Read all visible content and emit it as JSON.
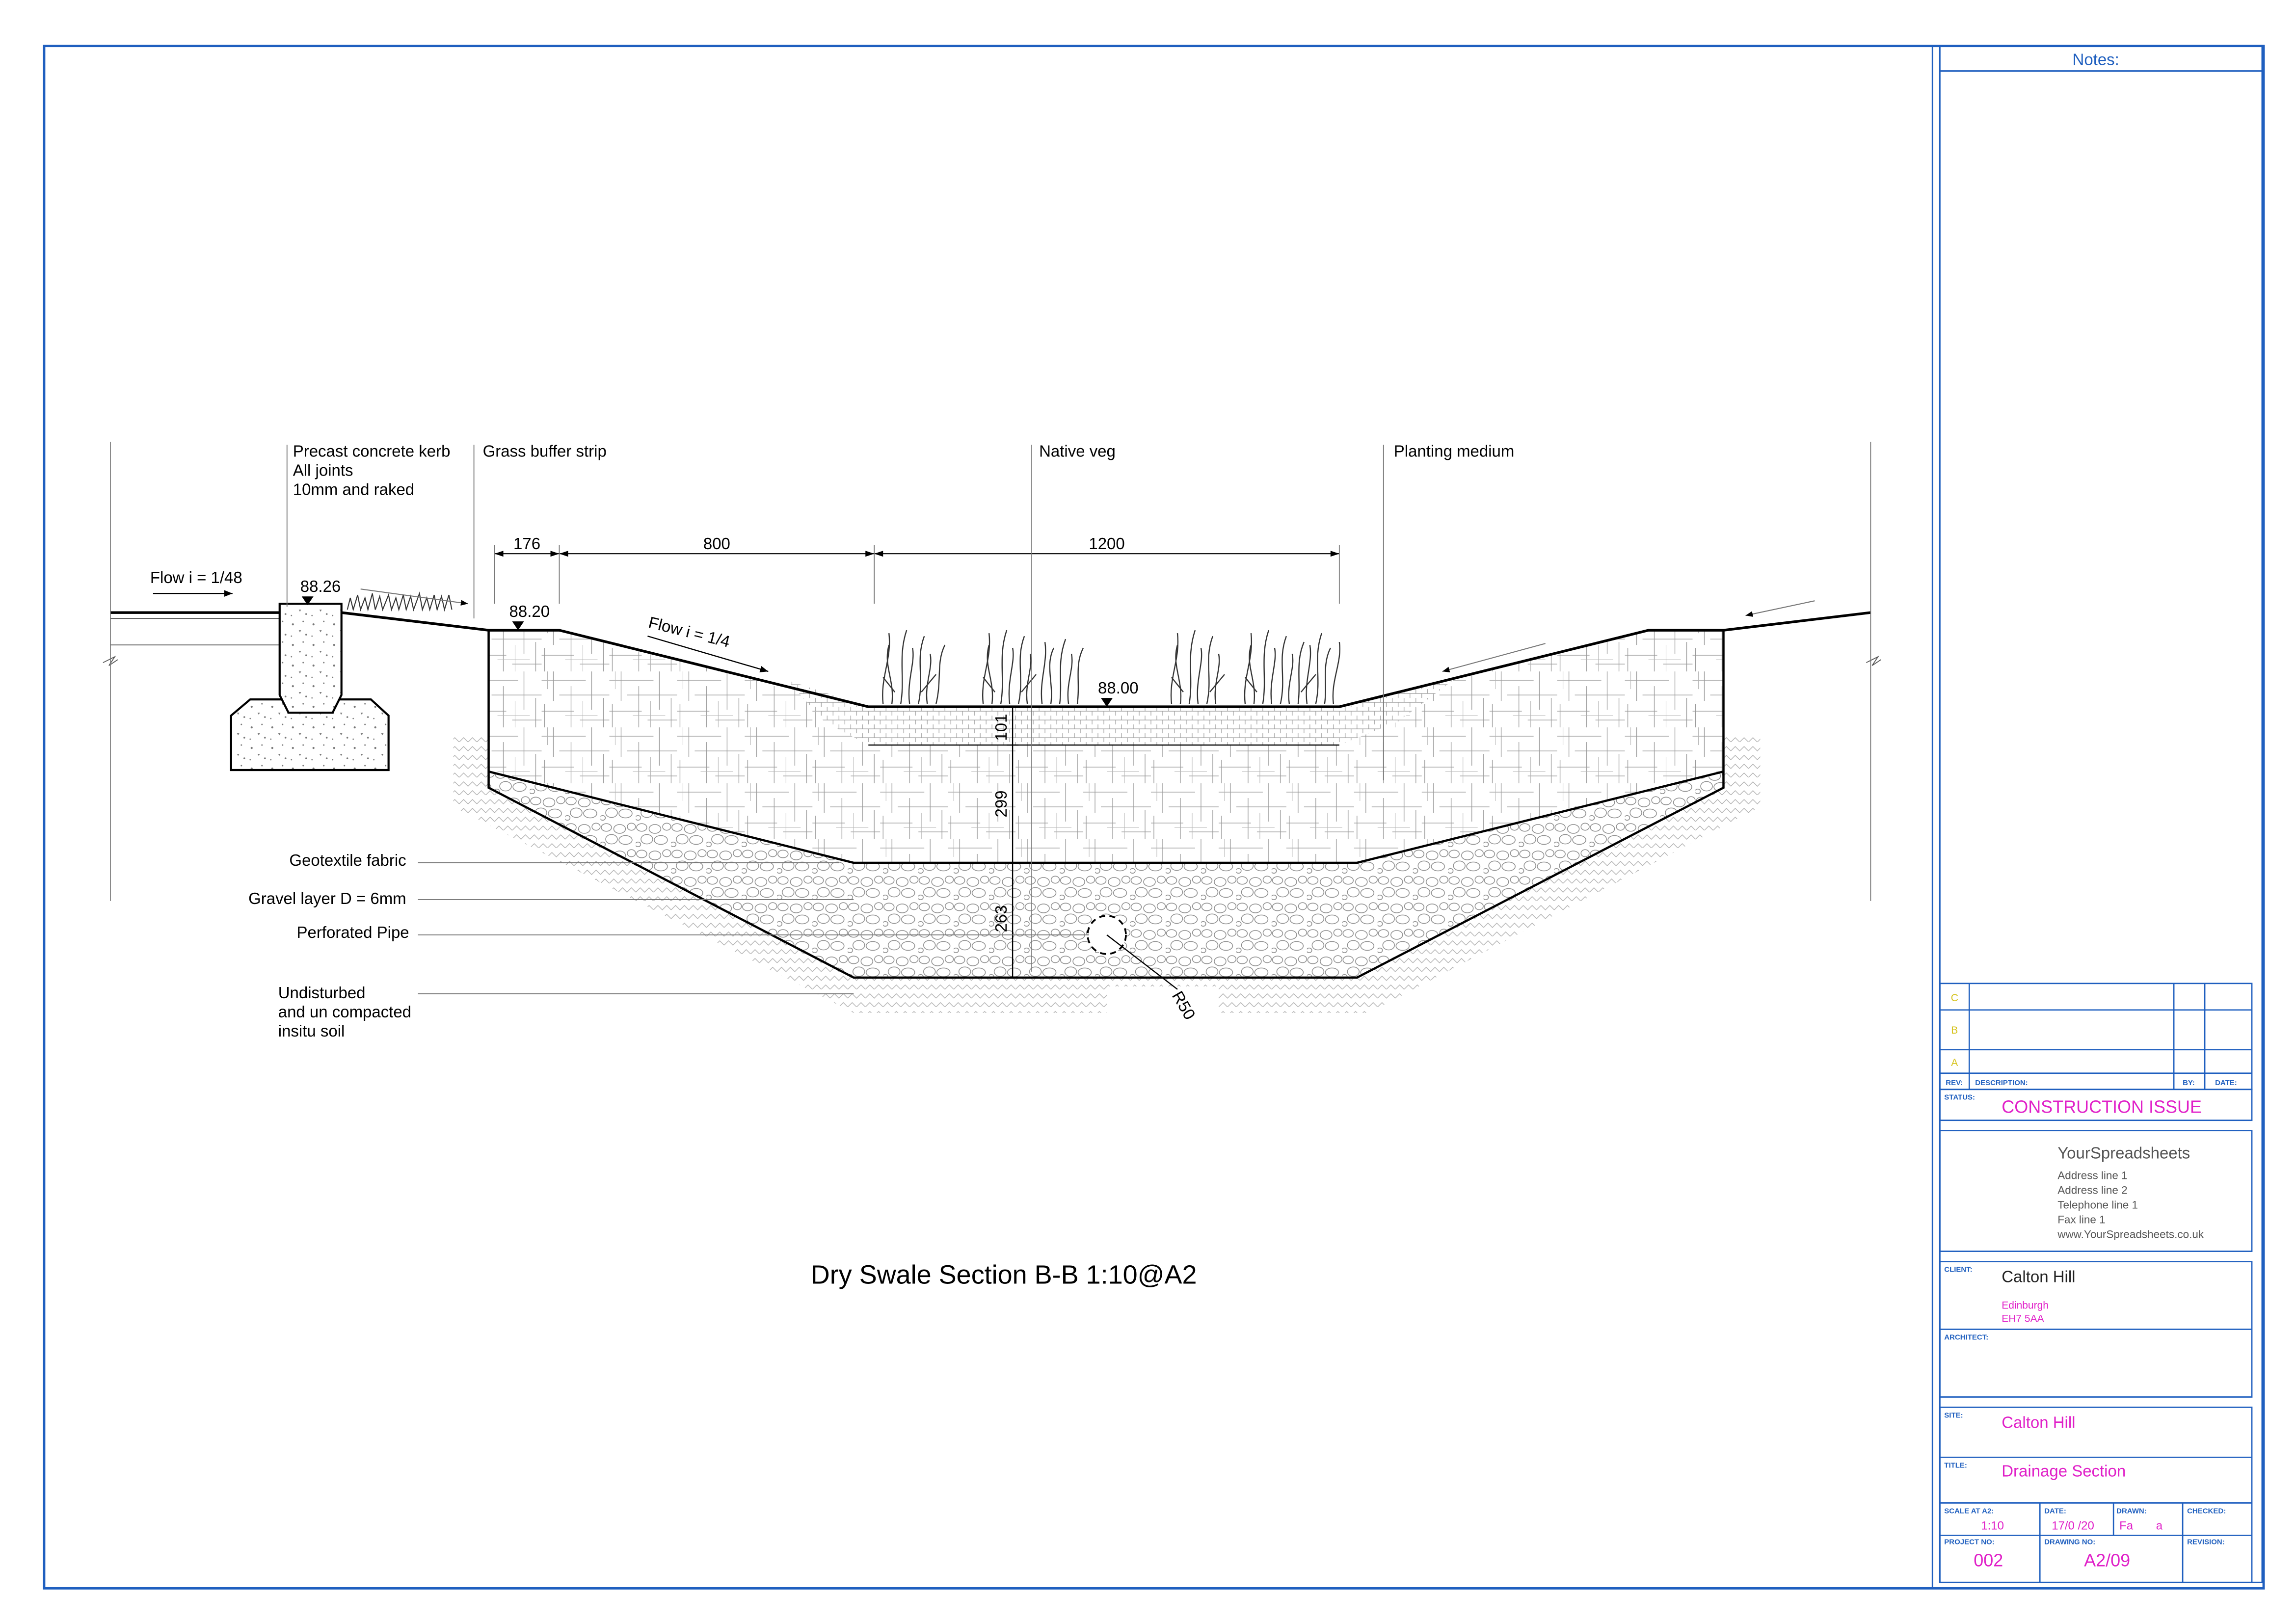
{
  "colors": {
    "border": "#1f5fbf",
    "drawing": "#000000",
    "hatch": "#777777",
    "magenta": "#e020c8",
    "yellow": "#d6c21a"
  },
  "drawing": {
    "title": "Dry Swale Section B-B 1:10@A2",
    "labels": {
      "kerb": [
        "Precast concrete kerb",
        "All joints",
        "10mm and raked"
      ],
      "grass": "Grass buffer strip",
      "native": "Native veg",
      "planting": "Planting medium",
      "flow_left": "Flow i = 1/48",
      "flow_slope": "Flow i = 1/4",
      "geotextile": "Geotextile fabric",
      "gravel": "Gravel layer D = 6mm",
      "pipe": "Perforated Pipe",
      "soil": [
        "Undisturbed",
        "and un compacted",
        "insitu soil"
      ]
    },
    "levels": {
      "kerb": "88.26",
      "grass": "88.20",
      "bed": "88.00"
    },
    "dims": {
      "d1": "176",
      "d2": "800",
      "d3": "1200",
      "v1": "101",
      "v2": "299",
      "v3": "263",
      "radius": "R50"
    }
  },
  "titleblock": {
    "notes_label": "Notes:",
    "rev_rows": [
      "C",
      "B",
      "A"
    ],
    "rev_header": {
      "rev": "REV:",
      "desc": "DESCRIPTION:",
      "by": "BY:",
      "date": "DATE:"
    },
    "status_label": "STATUS:",
    "status_value": "CONSTRUCTION ISSUE",
    "company": {
      "name": "YourSpreadsheets",
      "lines": [
        "Address line 1",
        "Address line 2",
        "Telephone line 1",
        "Fax line 1",
        "www.YourSpreadsheets.co.uk"
      ]
    },
    "client_label": "CLIENT:",
    "client_name": "Calton Hill",
    "client_city": "Edinburgh",
    "client_postcode": "EH7 5AA",
    "architect_label": "ARCHITECT:",
    "site_label": "SITE:",
    "site_value": "Calton Hill",
    "title_label": "TITLE:",
    "title_value": "Drainage Section",
    "scale_label": "SCALE AT A2:",
    "scale_value": "1:10",
    "date_label": "DATE:",
    "date_value": "17/0  /20",
    "drawn_label": "DRAWN:",
    "drawn_value": "Fa       a",
    "checked_label": "CHECKED:",
    "project_label": "PROJECT NO:",
    "project_value": "002",
    "drawing_no_label": "DRAWING NO:",
    "drawing_no_value": "A2/09",
    "revision_label": "REVISION:"
  }
}
